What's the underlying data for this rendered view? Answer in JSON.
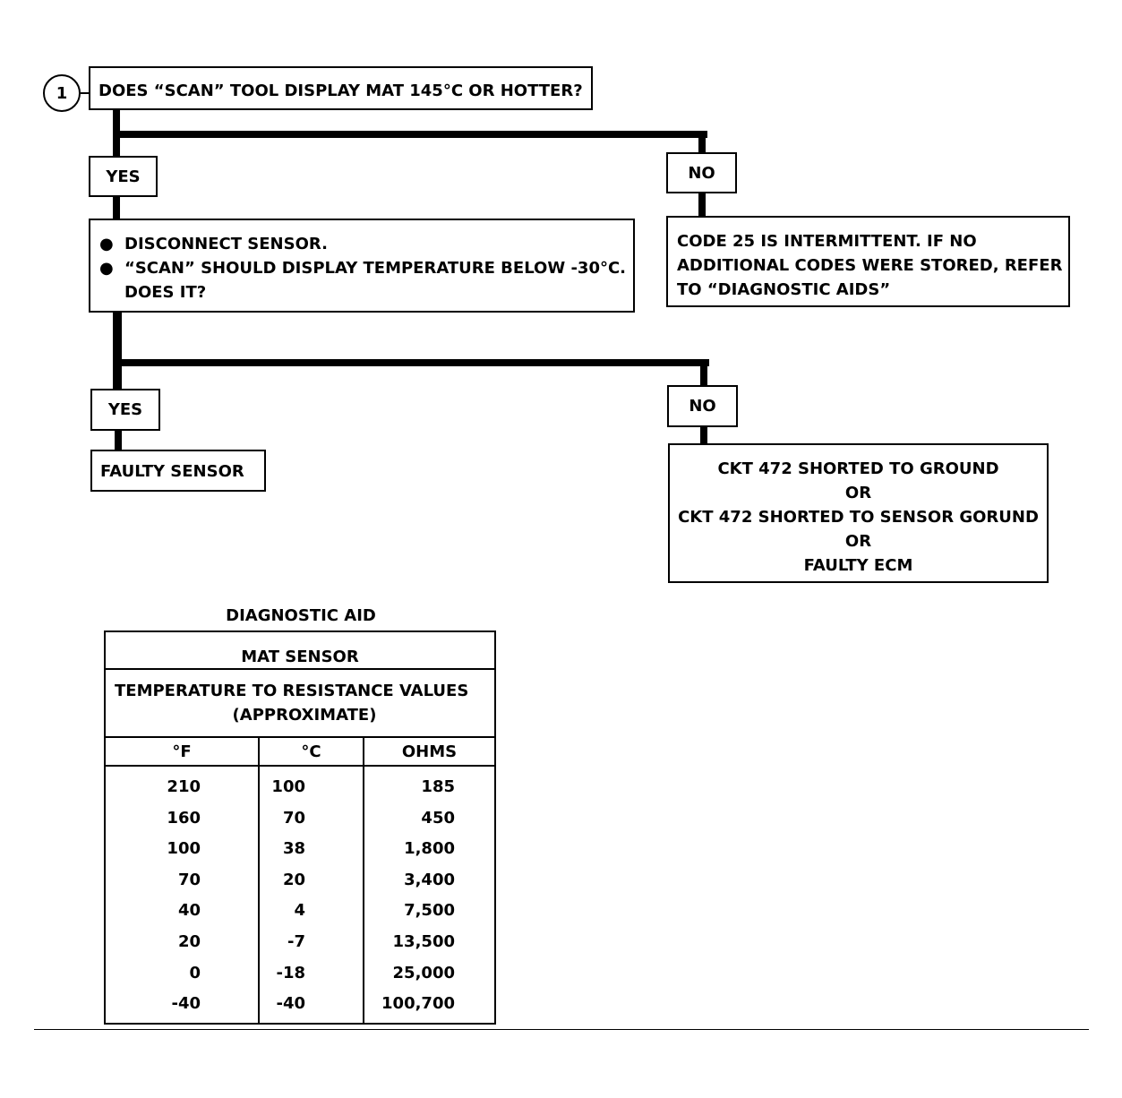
{
  "step": {
    "number": "1",
    "question": "DOES “SCAN” TOOL DISPLAY MAT 145°C OR HOTTER?"
  },
  "branch1": {
    "yes_label": "YES",
    "no_label": "NO",
    "yes_action": {
      "bullet": "●",
      "line1": "DISCONNECT SENSOR.",
      "line2": "“SCAN” SHOULD DISPLAY TEMPERATURE BELOW -30°C.",
      "line3": "DOES IT?"
    },
    "no_result": {
      "line1": "CODE 25 IS INTERMITTENT.  IF NO",
      "line2": "ADDITIONAL CODES WERE STORED,  REFER",
      "line3": "TO “DIAGNOSTIC AIDS”"
    }
  },
  "branch2": {
    "yes_label": "YES",
    "no_label": "NO",
    "yes_result": "FAULTY SENSOR",
    "no_result": {
      "line1": "CKT 472 SHORTED TO GROUND",
      "line2": "OR",
      "line3": "CKT 472 SHORTED TO SENSOR GORUND",
      "line4": "OR",
      "line5": "FAULTY ECM"
    }
  },
  "diagnostic_aid": {
    "title": "DIAGNOSTIC AID",
    "sensor": "MAT SENSOR",
    "subtitle1": "TEMPERATURE TO RESISTANCE VALUES",
    "subtitle2": "(APPROXIMATE)",
    "columns": [
      "°F",
      "°C",
      "OHMS"
    ],
    "rows": [
      [
        "210",
        "100",
        "185"
      ],
      [
        "160",
        "70",
        "450"
      ],
      [
        "100",
        "38",
        "1,800"
      ],
      [
        "70",
        "20",
        "3,400"
      ],
      [
        "40",
        "4",
        "7,500"
      ],
      [
        "20",
        "-7",
        "13,500"
      ],
      [
        "0",
        "-18",
        "25,000"
      ],
      [
        "-40",
        "-40",
        "100,700"
      ]
    ]
  }
}
